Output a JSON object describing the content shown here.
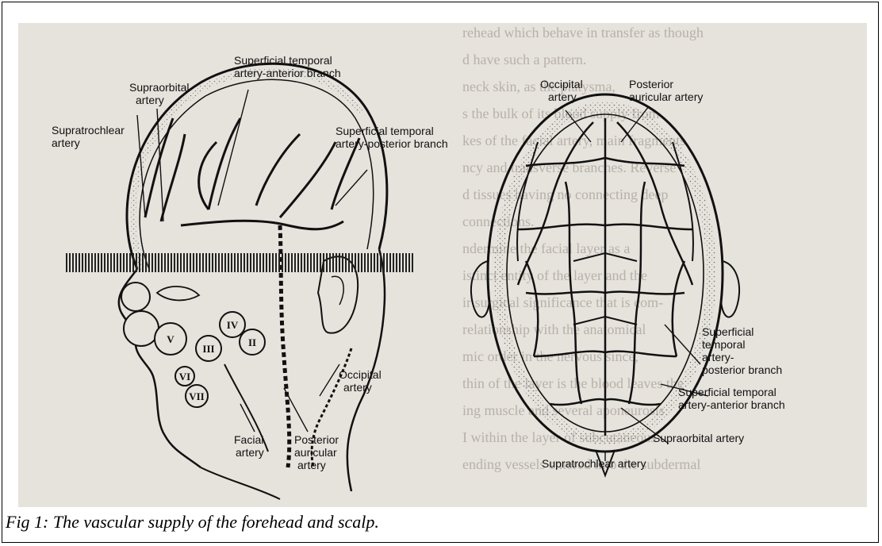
{
  "caption": "Fig 1: The vascular supply of the forehead and scalp.",
  "left_view": {
    "labels": {
      "supraorbital": [
        "Supraorbital",
        "artery"
      ],
      "sta_anterior": [
        "Superficial temporal",
        "artery-anterior branch"
      ],
      "sta_posterior": [
        "Superficial temporal",
        "artery-posterior branch"
      ],
      "supratrochlear": [
        "Supratrochlear",
        "artery"
      ],
      "occipital": [
        "Occipital",
        "artery"
      ],
      "facial": [
        "Facial",
        "artery"
      ],
      "posterior_auricular": [
        "Posterior",
        "auricular",
        "artery"
      ]
    },
    "numerals": [
      "V",
      "IV",
      "III",
      "II",
      "VI",
      "VII"
    ]
  },
  "right_view": {
    "labels": {
      "occipital": [
        "Occipital",
        "artery"
      ],
      "posterior_auricular": [
        "Posterior",
        "auricular artery"
      ],
      "sta_posterior": [
        "Superficial",
        "temporal",
        "artery-",
        "posterior branch"
      ],
      "sta_anterior": [
        "Superficial temporal",
        "artery-anterior branch"
      ],
      "supraorbital": [
        "Supraorbital artery"
      ],
      "supratrochlear": [
        "Supratrochlear artery"
      ]
    }
  },
  "background_text": [
    "rehead which behave in transfer as though",
    "d have such a pattern.",
    "neck skin, as the platysma,",
    "s the bulk of its blood supply from",
    "kes of the facial artery, main fragments",
    "ncy and transverse branches. Reverse",
    "d tissues having no connecting deep",
    "connections.",
    "ndermine the facial layer as a",
    "istinct entity of the layer and the",
    "ir surgical significance that is com-",
    "relationship with the anatomical",
    "mic order in the nervous since,",
    "thin of the layer is the blood leaves the",
    "ing muscle and several aponeurosis",
    "I within the layer of subcutaneous",
    "ending vessels entered into the subdermal"
  ]
}
